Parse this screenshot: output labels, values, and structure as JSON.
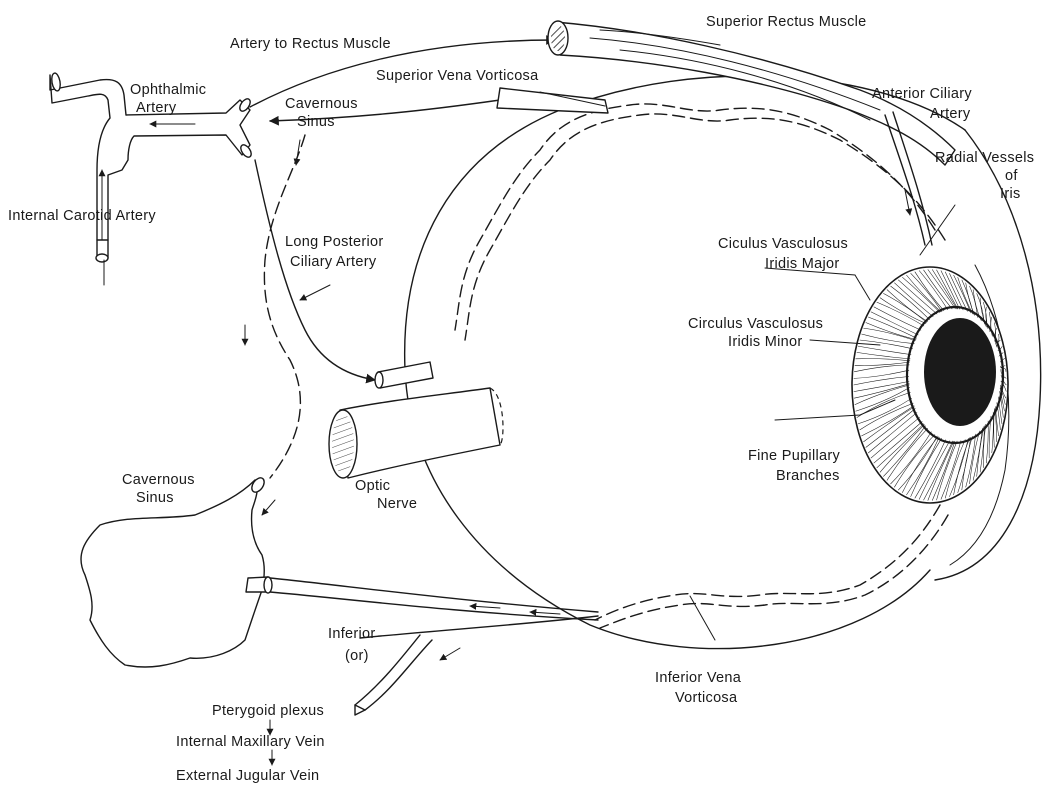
{
  "labels": {
    "artery_to_rectus_muscle": "Artery to Rectus Muscle",
    "superior_rectus_muscle": "Superior Rectus Muscle",
    "ophthalmic_artery_1": "Ophthalmic",
    "ophthalmic_artery_2": "Artery",
    "superior_vena_vorticosa": "Superior Vena Vorticosa",
    "cavernous_sinus_top_1": "Cavernous",
    "cavernous_sinus_top_2": "Sinus",
    "anterior_ciliary_artery_1": "Anterior Ciliary",
    "anterior_ciliary_artery_2": "Artery",
    "radial_vessels_1": "Radial Vessels",
    "radial_vessels_2": "of",
    "radial_vessels_3": "Iris",
    "internal_carotid_artery": "Internal Carotid Artery",
    "long_posterior_ciliary_artery_1": "Long Posterior",
    "long_posterior_ciliary_artery_2": "Ciliary Artery",
    "circulus_major_1": "Ciculus Vasculosus",
    "circulus_major_2": "Iridis Major",
    "circulus_minor_1": "Circulus Vasculosus",
    "circulus_minor_2": "Iridis Minor",
    "fine_pupillary_1": "Fine Pupillary",
    "fine_pupillary_2": "Branches",
    "cavernous_sinus_bottom_1": "Cavernous",
    "cavernous_sinus_bottom_2": "Sinus",
    "optic_nerve_1": "Optic",
    "optic_nerve_2": "Nerve",
    "inferior_1": "Inferior",
    "inferior_2": "(or)",
    "inferior_vena_vorticosa_1": "Inferior Vena",
    "inferior_vena_vorticosa_2": "Vorticosa",
    "pterygoid_plexus": "Pterygoid plexus",
    "internal_maxillary_vein": "Internal Maxillary Vein",
    "external_jugular_vein": "External Jugular Vein"
  },
  "colors": {
    "ink": "#1a1a1a",
    "paper": "#ffffff"
  }
}
